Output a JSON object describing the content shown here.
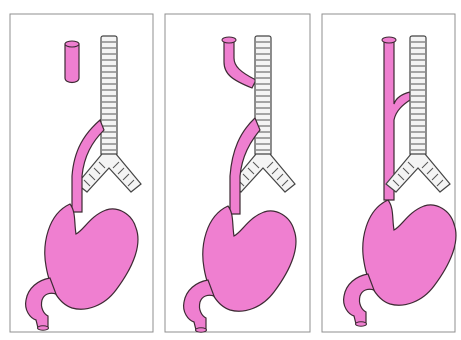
{
  "figure": {
    "description_free": true,
    "panels": [
      {
        "id": "panel-1",
        "variant": "separate-upper-pouch"
      },
      {
        "id": "panel-2",
        "variant": "proximal-fistula"
      },
      {
        "id": "panel-3",
        "variant": "h-type-connection"
      }
    ],
    "colors": {
      "organ_fill": "#ef7fd0",
      "organ_stroke": "#3d2a33",
      "panel_border": "#8f8f8f",
      "airway_fill": "#f4f4f4",
      "airway_stroke": "#444444",
      "background": "#ffffff"
    }
  }
}
